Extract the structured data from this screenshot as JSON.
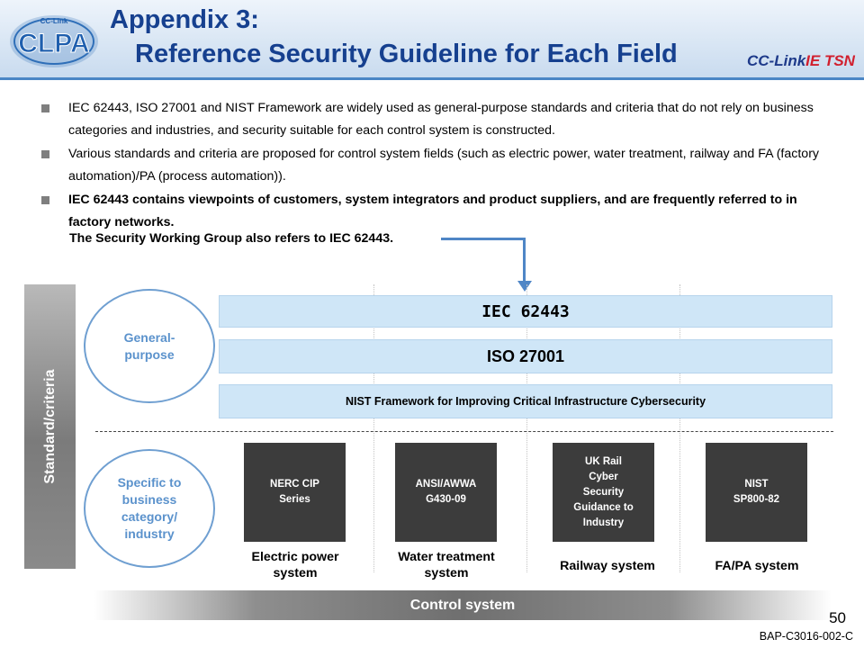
{
  "header": {
    "title_line1": "Appendix 3:",
    "title_line2": "Reference Security Guideline for Each Field",
    "logo_text": "CLPA",
    "logo_small_text": "CC-Link",
    "brand_part1": "CC-Link",
    "brand_part2": "IE TSN"
  },
  "bullets": [
    "IEC 62443, ISO 27001 and NIST Framework are widely used as general-purpose standards and criteria that do not rely on business categories and industries, and security suitable for each control system is constructed.",
    "Various standards and criteria are proposed for control system fields (such as electric power, water treatment, railway and FA (factory automation)/PA (process automation)).",
    "IEC 62443 contains viewpoints of customers, system integrators and product suppliers, and are frequently referred to in factory networks."
  ],
  "note": "The Security Working Group also refers to IEC 62443.",
  "diagram": {
    "side_label": "Standard/criteria",
    "general_label": "General-\npurpose",
    "specific_label": "Specific to\nbusiness\ncategory/\nindustry",
    "bands": [
      "IEC 62443",
      "ISO 27001",
      "NIST Framework for Improving Critical Infrastructure Cybersecurity"
    ],
    "boxes": [
      "NERC CIP\nSeries",
      "ANSI/AWWA\nG430-09",
      "UK Rail\nCyber\nSecurity\nGuidance to\nIndustry",
      "NIST\nSP800-82"
    ],
    "captions": [
      "Electric power\nsystem",
      "Water treatment\nsystem",
      "Railway system",
      "FA/PA system"
    ],
    "bottom_label": "Control system"
  },
  "footer": {
    "page_number": "50",
    "doc_id": "BAP-C3016-002-C"
  },
  "colors": {
    "title": "#16408f",
    "accent_blue": "#5b92cc",
    "band_fill": "#cfe6f7",
    "dark_box": "#3c3c3c",
    "brand_red": "#d11f2e"
  }
}
